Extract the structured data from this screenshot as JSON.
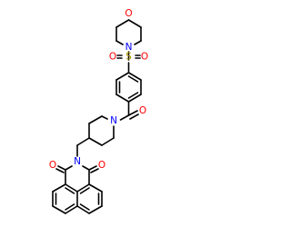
{
  "structure": {
    "atoms": [
      {
        "id": "O_morph",
        "symbol": "O",
        "color": "#ff0000"
      },
      {
        "id": "N_morph",
        "symbol": "N",
        "color": "#0000ff"
      },
      {
        "id": "S",
        "symbol": "S",
        "color": "#b8a000"
      },
      {
        "id": "O_s1",
        "symbol": "O",
        "color": "#ff0000"
      },
      {
        "id": "O_s2",
        "symbol": "O",
        "color": "#ff0000"
      },
      {
        "id": "O_carbonyl",
        "symbol": "O",
        "color": "#ff0000"
      },
      {
        "id": "N_pip",
        "symbol": "N",
        "color": "#0000ff"
      },
      {
        "id": "N_imide",
        "symbol": "N",
        "color": "#0000ff"
      },
      {
        "id": "O_imide1",
        "symbol": "O",
        "color": "#ff0000"
      },
      {
        "id": "O_imide2",
        "symbol": "O",
        "color": "#ff0000"
      }
    ],
    "bond_color": "#000000"
  }
}
